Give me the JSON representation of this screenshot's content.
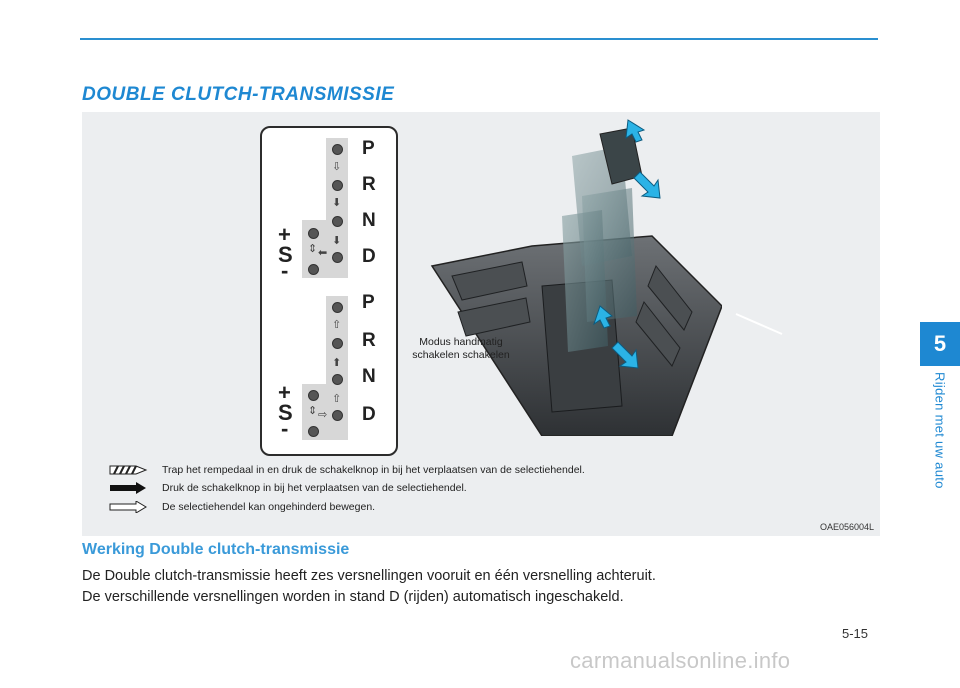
{
  "header": {
    "section_title": "DOUBLE CLUTCH-TRANSMISSIE"
  },
  "side": {
    "chapter_number": "5",
    "chapter_label": "Rijden met uw auto"
  },
  "figure": {
    "gears_top": [
      "P",
      "R",
      "N",
      "D"
    ],
    "gears_bottom": [
      "P",
      "R",
      "N",
      "D"
    ],
    "sport_plus": "+",
    "sport_letter": "S",
    "sport_minus": "-",
    "callout": "Modus handmatig schakelen schakelen",
    "legend": [
      {
        "icon": "hatched-arrow-icon",
        "text": "Trap het rempedaal in en druk de schakelknop in bij het verplaatsen van de selectiehendel."
      },
      {
        "icon": "solid-arrow-icon",
        "text": "Druk de schakelknop in bij het verplaatsen van de selectiehendel."
      },
      {
        "icon": "outline-arrow-icon",
        "text": "De selectiehendel kan ongehinderd bewegen."
      }
    ],
    "code": "OAE056004L"
  },
  "body": {
    "subtitle": "Werking Double clutch-transmissie",
    "paragraph_1": "De Double clutch-transmissie heeft zes versnellingen vooruit en één versnelling achteruit.",
    "paragraph_2": "De verschillende versnellingen worden in stand D (rijden) automatisch ingeschakeld."
  },
  "footer": {
    "page_number": "5-15",
    "watermark": "carmanualsonline.info"
  },
  "colors": {
    "accent": "#1e88d2",
    "arrow_cyan": "#2bb3e6"
  }
}
